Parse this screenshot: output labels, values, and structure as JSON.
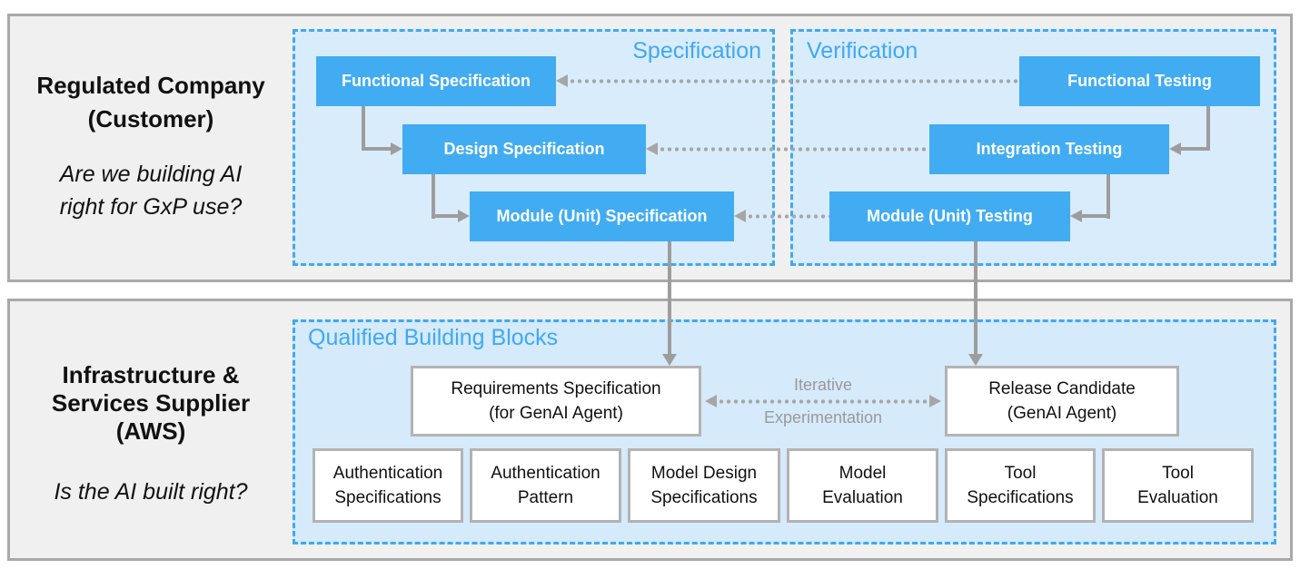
{
  "colors": {
    "blue_box": "#41acf2",
    "blue_dashed_border": "#3fa9f0",
    "light_blue_fill": "#d9ecfb",
    "section_fill": "#f0f0f0",
    "section_border": "#a9a9a9",
    "solid_arrow_gray": "#9d9d9d",
    "dotted_arrow_gray": "#a6a6a6",
    "zone_title_blue": "#3fa9f5",
    "text_black": "#111111",
    "iterative_label_gray": "#9a9a9a"
  },
  "top_section": {
    "company": {
      "line1": "Regulated Company",
      "line2": "(Customer)",
      "question_line1": "Are we building AI",
      "question_line2": "right for GxP use?"
    },
    "specification": {
      "title": "Specification",
      "boxes": [
        "Functional Specification",
        "Design Specification",
        "Module (Unit) Specification"
      ]
    },
    "verification": {
      "title": "Verification",
      "boxes": [
        "Functional Testing",
        "Integration Testing",
        "Module (Unit) Testing"
      ]
    }
  },
  "bottom_section": {
    "supplier": {
      "line1": "Infrastructure &",
      "line2": "Services Supplier",
      "line3": "(AWS)",
      "question": "Is the AI built right?"
    },
    "qualified": {
      "title": "Qualified Building Blocks",
      "requirements": {
        "line1": "Requirements Specification",
        "line2": "(for GenAI Agent)"
      },
      "release": {
        "line1": "Release Candidate",
        "line2": "(GenAI Agent)"
      },
      "iterative": {
        "line1": "Iterative",
        "line2": "Experimentation"
      },
      "blocks": [
        {
          "line1": "Authentication",
          "line2": "Specifications"
        },
        {
          "line1": "Authentication",
          "line2": "Pattern"
        },
        {
          "line1": "Model Design",
          "line2": "Specifications"
        },
        {
          "line1": "Model",
          "line2": "Evaluation"
        },
        {
          "line1": "Tool",
          "line2": "Specifications"
        },
        {
          "line1": "Tool",
          "line2": "Evaluation"
        }
      ]
    }
  }
}
